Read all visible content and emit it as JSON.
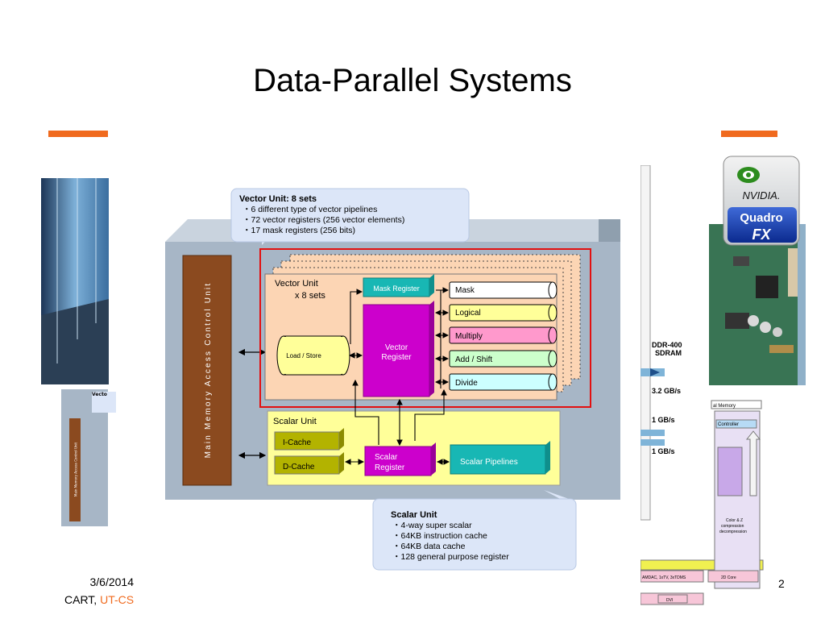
{
  "slide": {
    "title": "Data-Parallel Systems",
    "footer_date": "3/6/2014",
    "footer_org_prefix": "CART, ",
    "footer_org_highlight": "UT-CS",
    "page_number": "2"
  },
  "colors": {
    "accent_orange": "#f06a1e",
    "board_gray": "#a7b6c6",
    "core_peach": "#fcd5b4",
    "scalar_yellow": "#ffff99",
    "mmac_brown": "#8b4a1f",
    "callout_blue": "#dce6f8",
    "highlight_red": "#e31010"
  },
  "diagram": {
    "mmac_label": "Main Memory Access Control Unit",
    "vector_callout": {
      "title": "Vector Unit: 8 sets",
      "items": [
        "・6 different type of vector pipelines",
        "・72 vector registers (256 vector elements)",
        "・17 mask registers (256 bits)"
      ]
    },
    "vector_unit_label_1": "Vector Unit",
    "vector_unit_label_2": "x 8 sets",
    "load_store": "Load / Store",
    "mask_register": "Mask Register",
    "vector_register_1": "Vector",
    "vector_register_2": "Register",
    "pipelines": [
      "Mask",
      "Logical",
      "Multiply",
      "Add / Shift",
      "Divide"
    ],
    "scalar_unit_label": "Scalar Unit",
    "i_cache": "I-Cache",
    "d_cache": "D-Cache",
    "scalar_register_1": "Scalar",
    "scalar_register_2": "Register",
    "scalar_pipelines": "Scalar  Pipelines",
    "scalar_callout": {
      "title": "Scalar Unit",
      "items": [
        "・4-way super scalar",
        "・64KB instruction cache",
        "・64KB data cache",
        "・128 general purpose register"
      ]
    }
  },
  "gpu_chart": {
    "ddr_1": "DDR-400",
    "ddr_2": "SDRAM",
    "bw_1": "3.2 GB/s",
    "bw_2": "1 GB/s",
    "bw_3": "1 GB/s",
    "local_memory": "al Memory",
    "controller": "Controller",
    "color_z_1": "Color & Z",
    "color_z_2": "compression",
    "color_z_3": "decompression",
    "ramdac": "AMDAC, 1xTV, 3xTDMS",
    "core_2d": "2D Core",
    "dvi": "DVI"
  },
  "logo": {
    "brand": "NVIDIA.",
    "product_1": "Quadro",
    "product_2": "FX"
  },
  "thumbnail": {
    "title": "Vecto",
    "mmac": "Main Memory Access Control Unit"
  }
}
